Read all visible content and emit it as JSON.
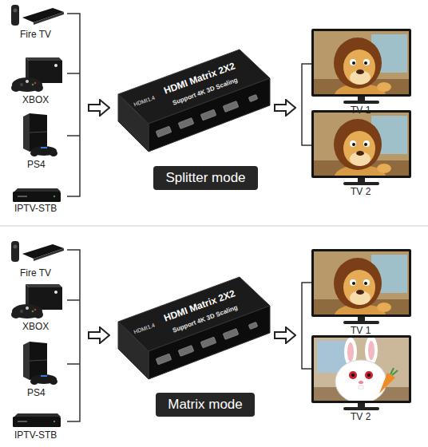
{
  "diagram": {
    "nodes": [
      {
        "text": [
          "Splitter mode"
        ]
      },
      {
        "text": [
          "Matrix mode"
        ]
      }
    ],
    "labels": [
      "Fire TV",
      "XBOX",
      "PS4",
      "IPTV-STB",
      "HDMI Matrix 2X2",
      "Support 4K 3D Scaling",
      "HDMI1.4",
      "TV 1",
      "TV 2",
      "Fire TV",
      "XBOX",
      "PS4",
      "IPTV-STB",
      "HDMI Matrix 2X2",
      "Support 4K 3D Scaling",
      "HDMI1.4",
      "TV 1",
      "TV 2"
    ]
  }
}
